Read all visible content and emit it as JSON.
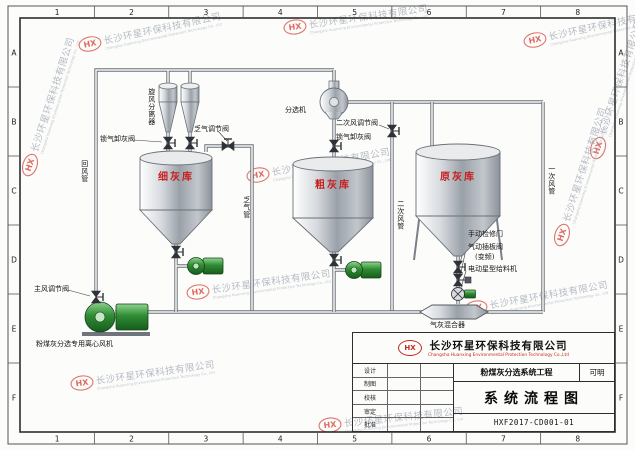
{
  "watermark": {
    "logo": "HX",
    "cn": "长沙环星环保科技有限公司",
    "en": "Changsha Huanxing Environmental Protection Technology Co., Ltd"
  },
  "grid": {
    "cols": [
      "1",
      "2",
      "3",
      "4",
      "5",
      "6",
      "7",
      "8"
    ],
    "rows": [
      "A",
      "B",
      "C",
      "D",
      "E",
      "F"
    ]
  },
  "labels": {
    "cyclone_separator": "旋风分离器",
    "lock_ash_valve_left": "锁气卸灰阀",
    "spent_gas_valve": "乏气调节阀",
    "sorter": "分选机",
    "secondary_air_valve": "二次风调节阀",
    "lock_ash_valve_mid": "锁气卸灰阀",
    "return_air_pipe": "回风管",
    "fine_ash_silo": "细灰库",
    "coarse_ash_silo": "粗灰库",
    "raw_ash_silo": "原灰库",
    "spent_gas_pipe": "乏气管",
    "secondary_air_pipe": "二次风管",
    "primary_air_pipe": "一次风管",
    "main_air_valve": "主风调节阀",
    "manual_access_door": "手动检修门",
    "pneumatic_gate_valve": "气动插板阀",
    "pneumatic_gate_valve_note": "(变频)",
    "rotary_feeder": "电动星型给料机",
    "gas_ash_mixer": "气灰混合器",
    "fan": "粉煤灰分选专用离心风机"
  },
  "title_block": {
    "logo": "HX",
    "company_cn": "长沙环星环保科技有限公司",
    "company_en": "Changsha Huanxing Environmental Protection Technology Co.,Ltd",
    "project": "粉煤灰分选系统工程",
    "stage": "可明",
    "drawing_title": "系统流程图",
    "drawing_no": "HXF2017-CD001-01",
    "sign_rows": [
      "设计",
      "制图",
      "校核",
      "审定",
      "批准"
    ]
  }
}
